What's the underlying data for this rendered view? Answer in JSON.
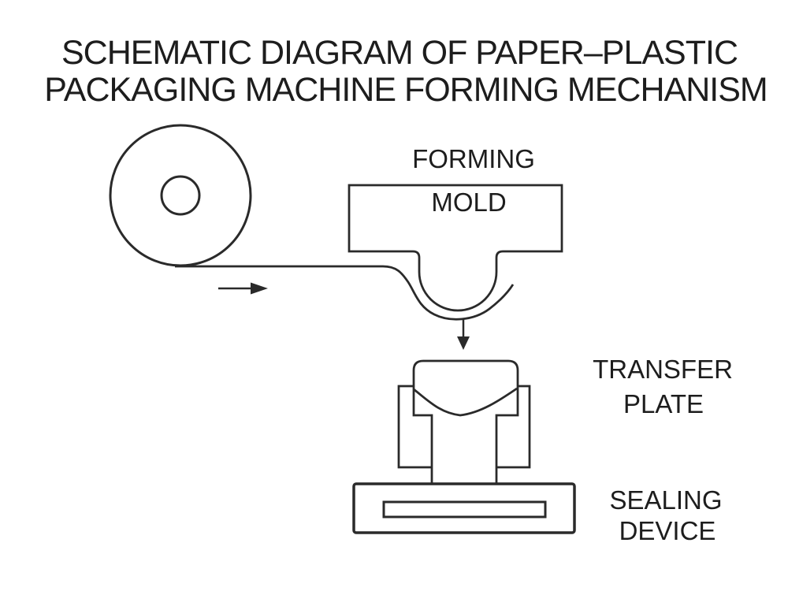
{
  "title": {
    "line1": "SCHEMATIC DIAGRAM OF PAPER–PLASTIC",
    "line2": "PACKAGING MACHINE FORMING MECHANISM"
  },
  "labels": {
    "forming": "FORMING",
    "mold": "MOLD",
    "transfer_plate": {
      "line1": "TRANSFER",
      "line2": "PLATE"
    },
    "sealing_device": {
      "line1": "SEALING",
      "line2": "DEVICE"
    }
  },
  "icons": {
    "paper_roll": "paper-roll-icon",
    "feed_arrow": "right-arrow-icon",
    "transfer_arrow": "down-arrow-icon"
  },
  "colors": {
    "background": "#ffffff",
    "line": "#2a2a2a",
    "text": "#1d1d1d"
  }
}
